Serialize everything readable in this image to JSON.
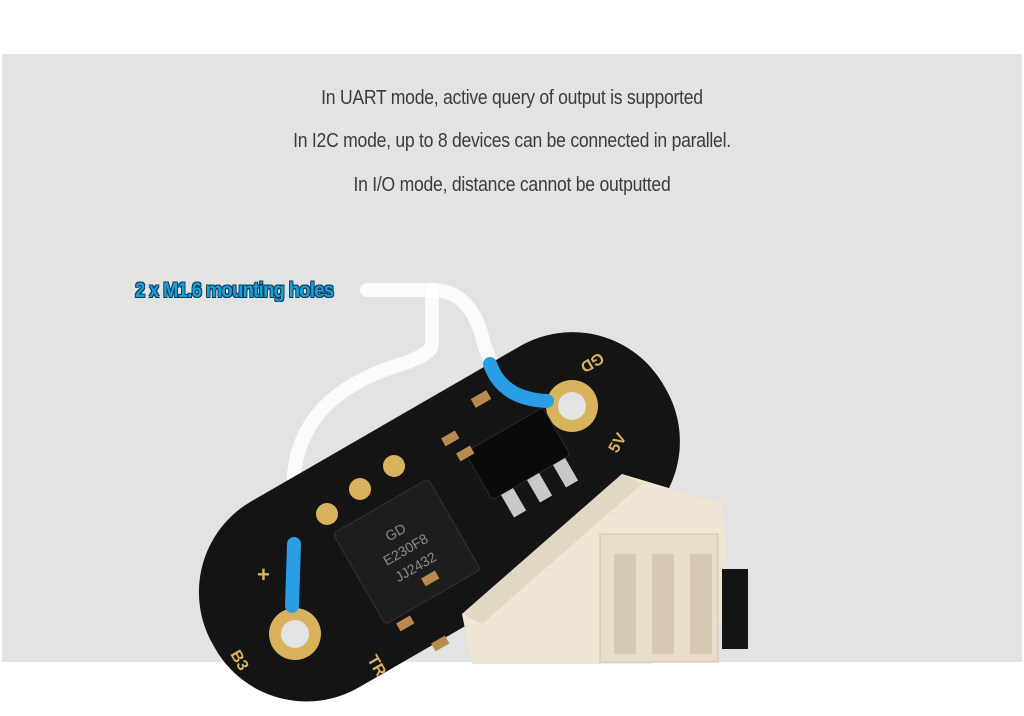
{
  "features": {
    "lines": [
      "In UART mode, active query of output is supported",
      "In I2C mode, up to 8 devices can be connected in parallel.",
      "In I/O mode, distance cannot be outputted"
    ]
  },
  "callout": {
    "label": "2 x M1.6 mounting holes"
  },
  "board": {
    "chip_marking": [
      "GD",
      "E230F8",
      "JJ2432"
    ],
    "silk_labels": [
      "GD",
      "5V",
      "+",
      "B3",
      "TR"
    ]
  },
  "colors": {
    "panel_background": "#e3e3e3",
    "text": "#3c3c3c",
    "callout": "#1aa0d8",
    "pcb": "#141414",
    "gold_pad": "#d9b25e",
    "connector": "#f0e6d6",
    "leader_line": "#ffffff",
    "leader_highlight": "#2a9ee4"
  }
}
